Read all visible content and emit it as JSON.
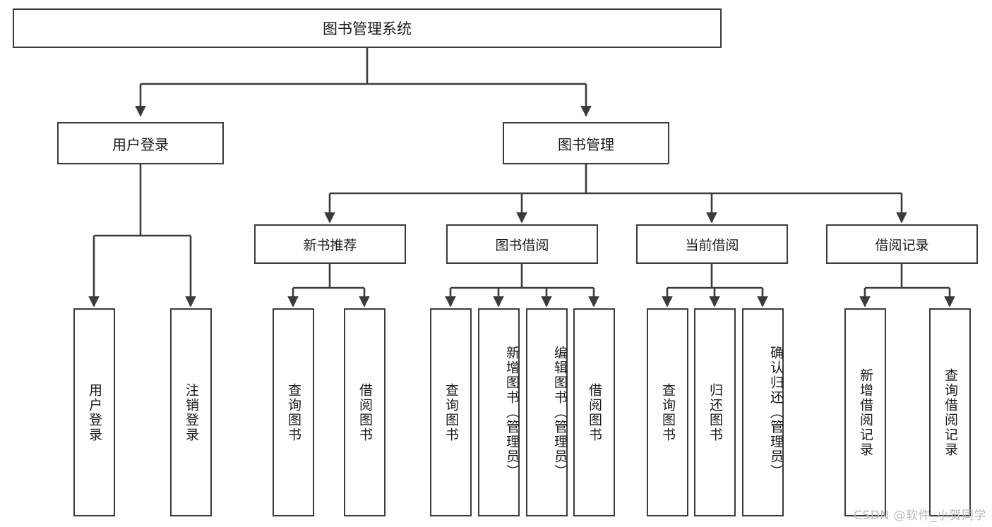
{
  "diagram": {
    "title": "图书管理系统",
    "type": "tree-hierarchy",
    "watermark": "CSDN @软件_小贺同学",
    "colors": {
      "background": "#ffffff",
      "stroke": "#3b3b3b",
      "text": "#1a1a1a",
      "watermark": "#b9b9b9"
    },
    "root": {
      "label": "图书管理系统"
    },
    "level1": [
      {
        "label": "用户登录"
      },
      {
        "label": "图书管理"
      }
    ],
    "level2": [
      {
        "label": "新书推荐"
      },
      {
        "label": "图书借阅"
      },
      {
        "label": "当前借阅"
      },
      {
        "label": "借阅记录"
      }
    ],
    "leaves": {
      "user_login": [
        {
          "label": "用户登录"
        },
        {
          "label": "注销登录"
        }
      ],
      "new_book_recommend": [
        {
          "label": "查询图书"
        },
        {
          "label": "借阅图书"
        }
      ],
      "book_borrow": [
        {
          "label": "查询图书"
        },
        {
          "label": "新增图书（管理员）"
        },
        {
          "label": "编辑图书（管理员）"
        },
        {
          "label": "借阅图书"
        }
      ],
      "current_borrow": [
        {
          "label": "查询图书"
        },
        {
          "label": "归还图书"
        },
        {
          "label": "确认归还（管理员）"
        }
      ],
      "borrow_record": [
        {
          "label": "新增借阅记录"
        },
        {
          "label": "查询借阅记录"
        }
      ]
    }
  }
}
